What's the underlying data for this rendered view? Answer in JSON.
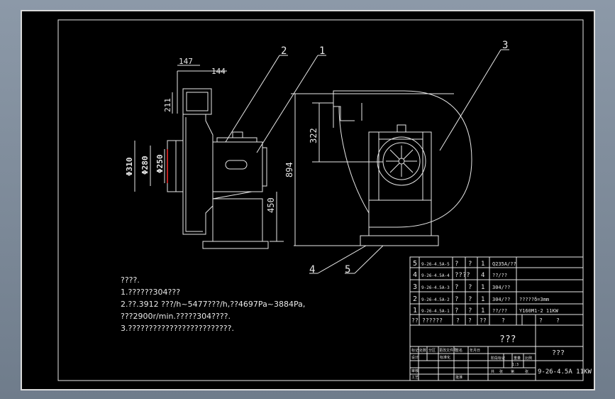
{
  "dimensions": {
    "d147": "147",
    "d144": "144",
    "d211": "211",
    "d310": "Φ310",
    "d280": "Φ280",
    "d250": "Φ250",
    "d322": "322",
    "d894": "894",
    "d450": "450"
  },
  "callouts": [
    "1",
    "2",
    "3",
    "4",
    "5"
  ],
  "notes": {
    "title": "????.",
    "line1": "1.??????304???",
    "line2": "2.??.3912 ???/h~5477???/h,??4697Pa~3884Pa,",
    "line3": "???2900r/min.?????304????.",
    "line4": "3.?????????????????????????."
  },
  "parts_list": [
    {
      "no": "5",
      "code": "9-26-4.5A-5",
      "name": "?",
      "qty_mark": "?",
      "qty": "1",
      "material": "Q235A/??",
      "note": ""
    },
    {
      "no": "4",
      "code": "9-26-4.5A-4",
      "name": "????",
      "qty_mark": "",
      "qty": "4",
      "material": "??/??",
      "note": ""
    },
    {
      "no": "3",
      "code": "9-26-4.5A-3",
      "name": "?",
      "qty_mark": "?",
      "qty": "1",
      "material": "304/??",
      "note": ""
    },
    {
      "no": "2",
      "code": "9-26-4.5A-2",
      "name": "?",
      "qty_mark": "?",
      "qty": "1",
      "material": "304/??",
      "note": "?????δ=3mm"
    },
    {
      "no": "1",
      "code": "9-26-4.5A-1",
      "name": "?",
      "qty_mark": "?",
      "qty": "1",
      "material": "??/??",
      "note": "Y160M1-2  11KW"
    }
  ],
  "parts_header": [
    "??",
    "??????",
    "?",
    "?",
    "??",
    "?",
    "?",
    "?"
  ],
  "title_block": {
    "company": "???",
    "drawing_name": "???",
    "drawing_no": "9-26-4.5A  11KW",
    "scale": "1:3",
    "labels": [
      "标记",
      "处数",
      "分区",
      "更改文件号",
      "签名",
      "年月日",
      "设计",
      "标准化",
      "阶段标记",
      "重量",
      "比例",
      "审核",
      "工艺",
      "批准",
      "共",
      "张",
      "第",
      "张"
    ]
  }
}
